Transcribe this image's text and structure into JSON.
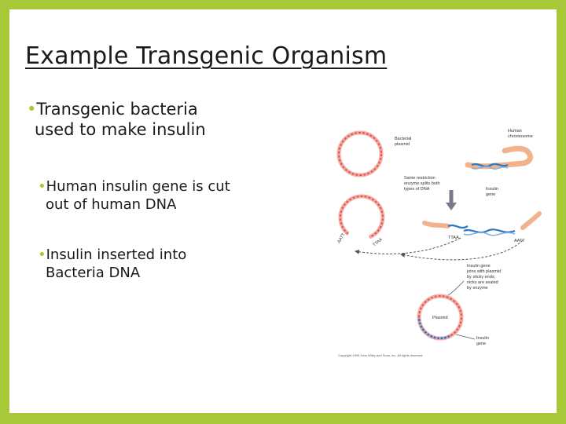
{
  "slide": {
    "title": "Example Transgenic Organism",
    "bullet1": {
      "line1": "Transgenic bacteria",
      "line2": "used to make insulin"
    },
    "sub_bullets": [
      {
        "line1": "Human insulin gene is cut",
        "line2": "out of human DNA"
      },
      {
        "line1": "Insulin inserted into",
        "line2": "Bacteria DNA"
      }
    ]
  },
  "figure": {
    "labels": {
      "human_chromosome_1": "Human",
      "human_chromosome_2": "chromosome",
      "bacterial_plasmid_1": "Bacterial",
      "bacterial_plasmid_2": "plasmid",
      "enzyme_1": "Same restriction",
      "enzyme_2": "enzyme splits both",
      "enzyme_3": "types of DNA",
      "insulin_gene_1": "Insulin",
      "insulin_gene_2": "gene",
      "sticky_left_1": "AATT",
      "sticky_left_2": "TTAA",
      "sticky_right_1": "TTAA",
      "sticky_right_2": "AATT",
      "joins_1": "Insulin gene",
      "joins_2": "joins with plasmid",
      "joins_3": "by sticky ends;",
      "joins_4": "nicks are sealed",
      "joins_5": "by enzyme",
      "plasmid": "Plasmid",
      "insulin_gene_b1": "Insulin",
      "insulin_gene_b2": "gene",
      "copyright": "Copyright 1999 John Wiley and Sons, Inc. All rights reserved."
    },
    "colors": {
      "plasmid": "#e2564f",
      "dna_blue": "#2f78c4",
      "chromosome": "#f1b38c",
      "arrow": "#555555"
    }
  }
}
